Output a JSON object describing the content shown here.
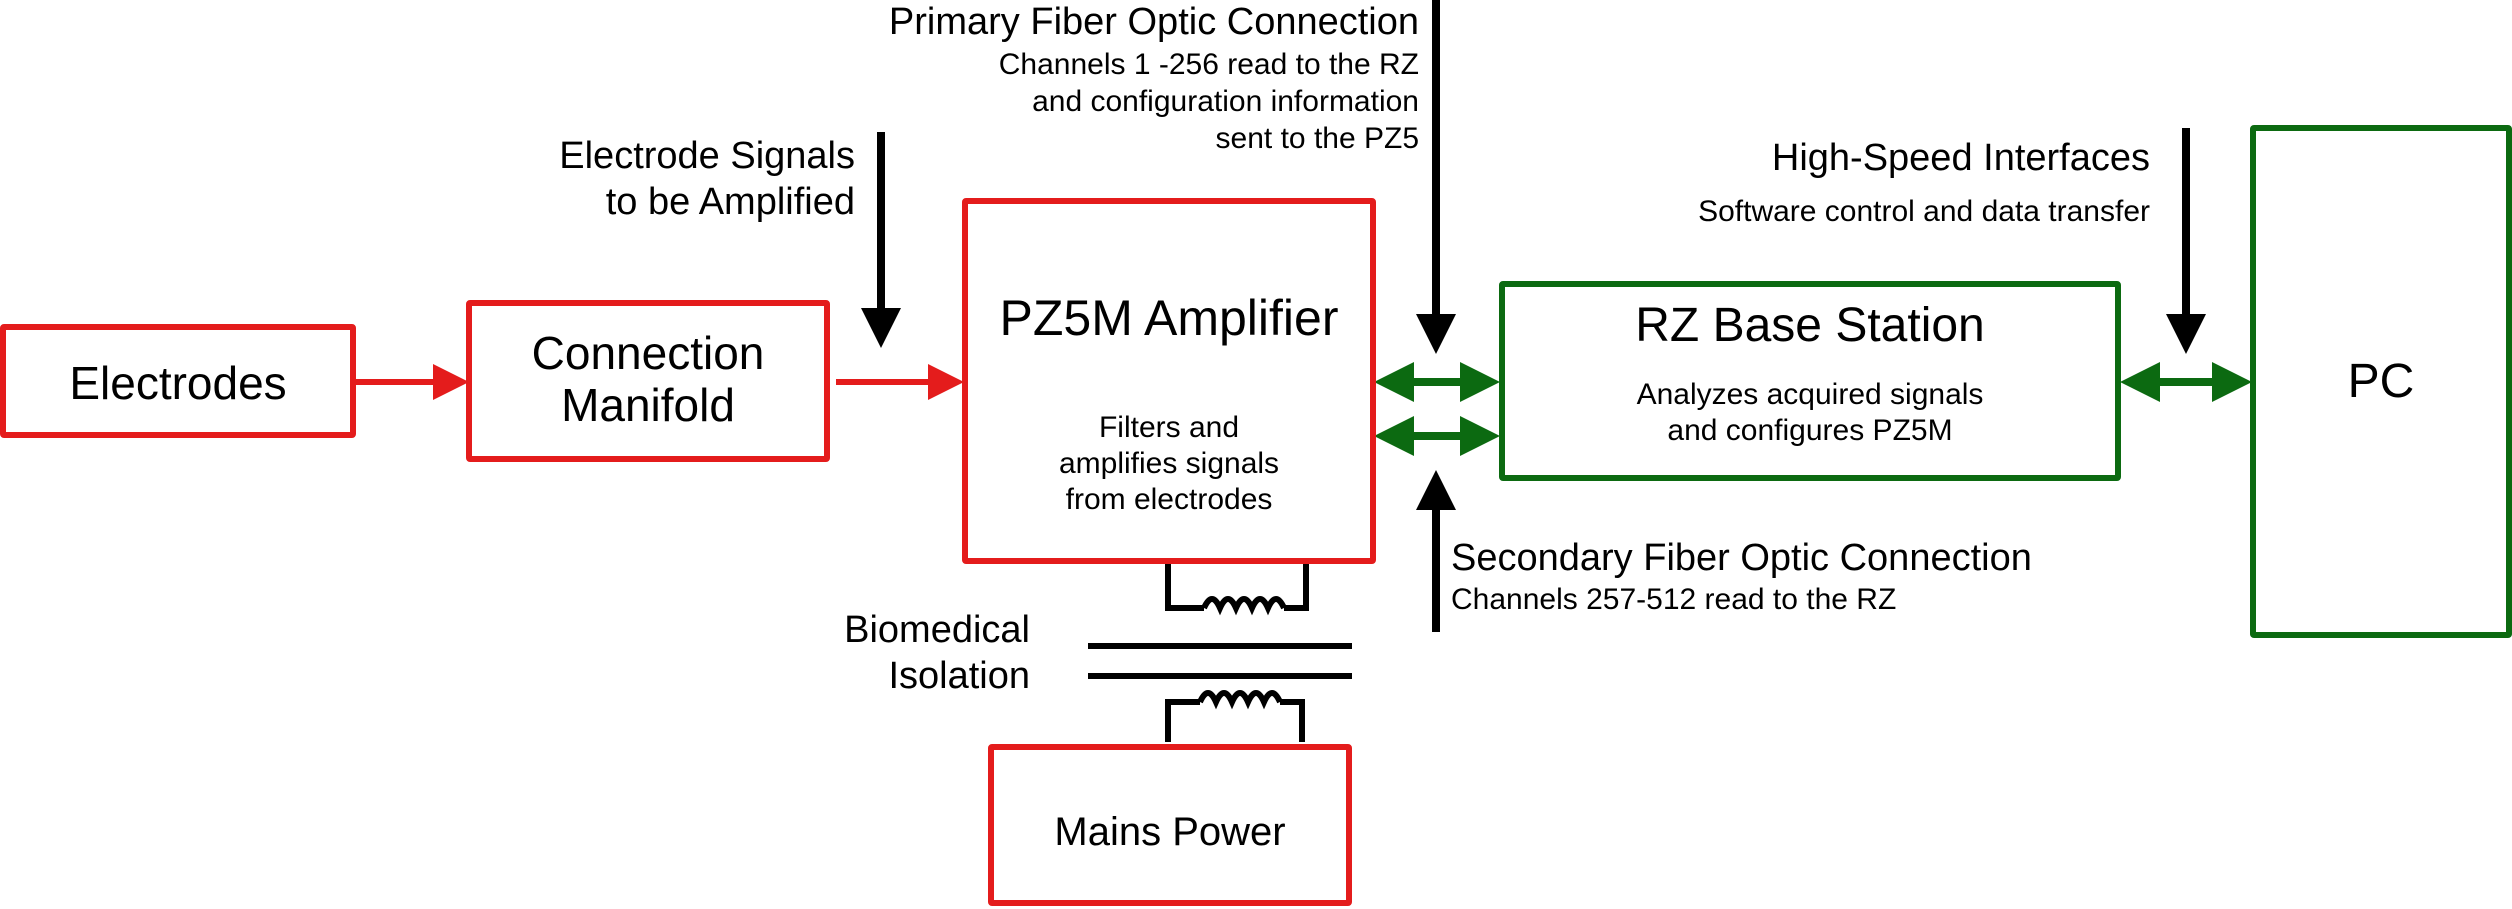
{
  "colors": {
    "red": "#e41c1c",
    "green": "#0c6a11",
    "black": "#000000"
  },
  "boxes": {
    "electrodes": {
      "title": "Electrodes"
    },
    "connection_manifold": {
      "title_lines": [
        "Connection",
        "Manifold"
      ]
    },
    "pz5m_amplifier": {
      "title": "PZ5M Amplifier",
      "desc_lines": [
        "Filters and",
        "amplifies signals",
        "from electrodes"
      ]
    },
    "rz_base_station": {
      "title": "RZ Base Station",
      "desc_lines": [
        "Analyzes acquired signals",
        "and configures PZ5M"
      ]
    },
    "pc": {
      "title": "PC"
    },
    "mains_power": {
      "title": "Mains Power"
    }
  },
  "labels": {
    "electrode_signals": {
      "lines": [
        "Electrode Signals",
        "to be Amplified"
      ]
    },
    "primary_fiber": {
      "title": "Primary Fiber Optic Connection",
      "desc_lines": [
        "Channels 1 -256 read to the RZ",
        "and configuration information",
        "sent to the PZ5"
      ]
    },
    "high_speed": {
      "title": "High-Speed Interfaces",
      "desc": "Software control and data transfer"
    },
    "secondary_fiber": {
      "title": "Secondary Fiber Optic Connection",
      "desc": "Channels 257-512 read to the RZ"
    },
    "biomedical_isolation": {
      "lines": [
        "Biomedical",
        "Isolation"
      ]
    }
  },
  "icons": {
    "transformer": "isolation-transformer-icon",
    "arrow_down": "arrow-down-icon",
    "arrow_up": "arrow-up-icon",
    "arrow_right": "arrow-right-icon",
    "double_arrow": "double-arrow-icon"
  }
}
